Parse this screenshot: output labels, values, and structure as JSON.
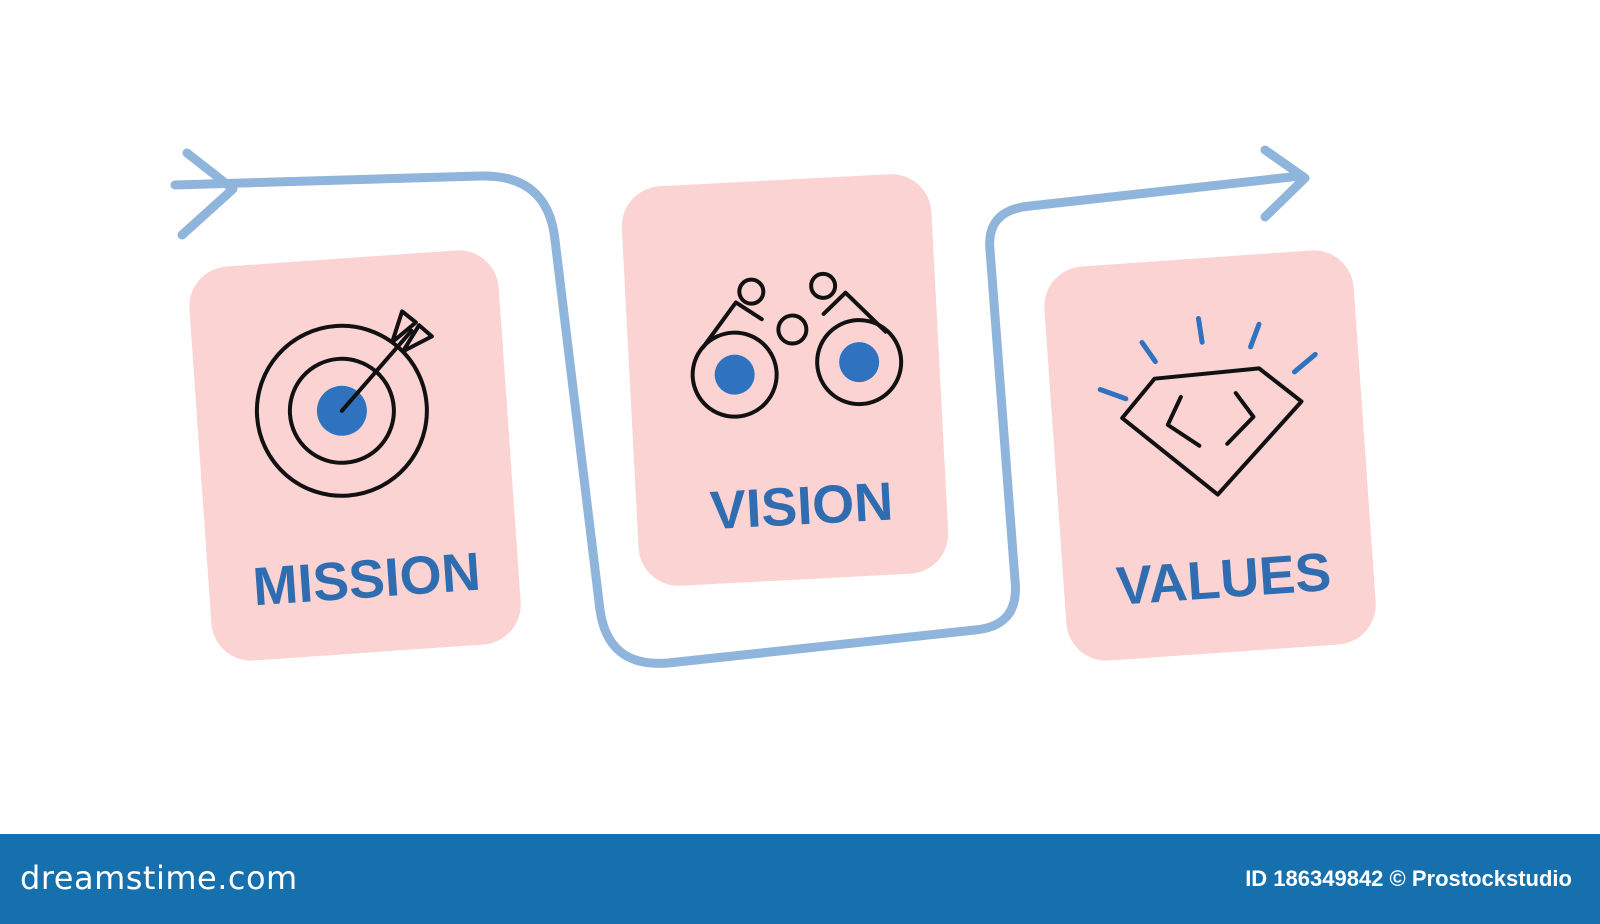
{
  "cards": [
    {
      "label": "MISSION",
      "icon": "target-arrow-icon"
    },
    {
      "label": "VISION",
      "icon": "binoculars-icon"
    },
    {
      "label": "VALUES",
      "icon": "diamond-icon"
    }
  ],
  "colors": {
    "card_fill": "#fbd3d3",
    "path": "#8fb5dc",
    "label": "#2f6cb0",
    "icon_accent": "#2f72bf",
    "footer": "#1670ad"
  },
  "footer": {
    "site": "dreamstime.com",
    "credit": "ID 186349842 © Prostockstudio"
  }
}
